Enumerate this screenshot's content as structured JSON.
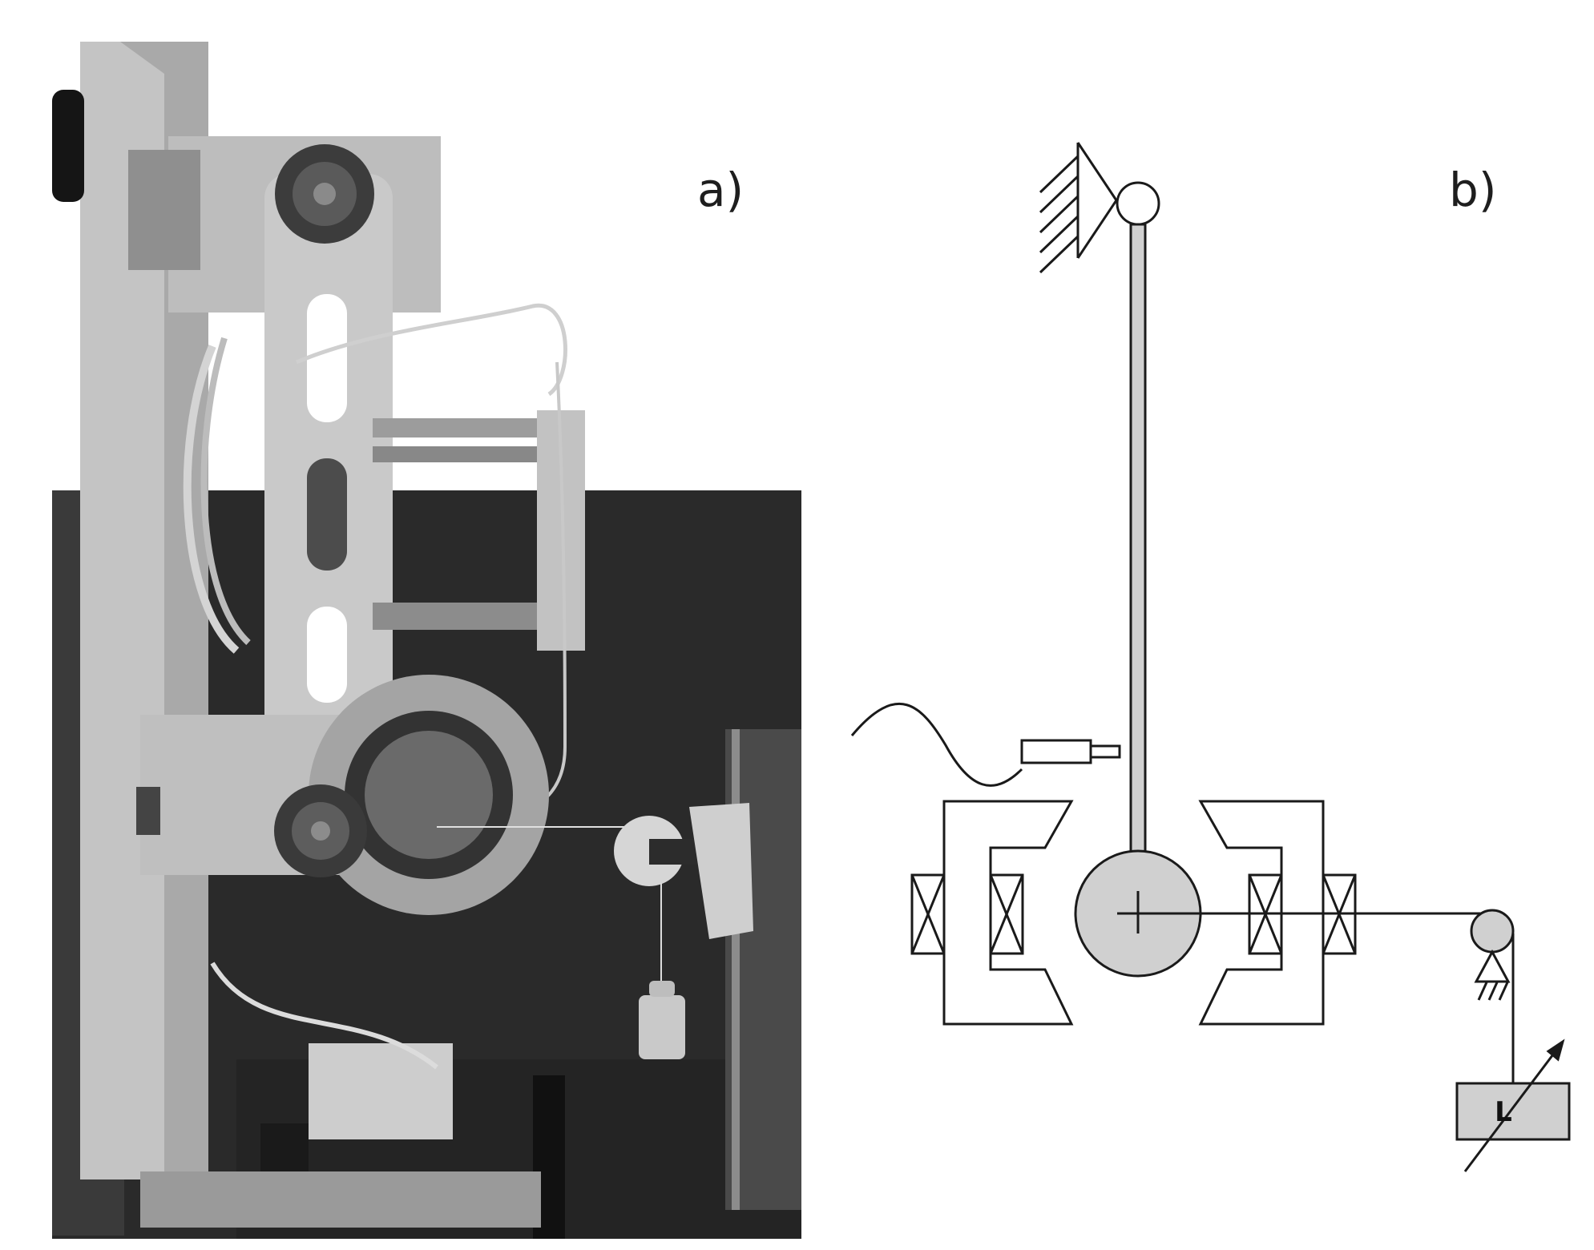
{
  "panels": {
    "a": {
      "label": "a)"
    },
    "b": {
      "label": "b)",
      "load_label": "L"
    }
  },
  "colors": {
    "line": "#1a1a1a",
    "fill_grey": "#d0d0d0",
    "photo_dark": "#1c1c1c",
    "photo_metal": "#b4b4b4"
  }
}
